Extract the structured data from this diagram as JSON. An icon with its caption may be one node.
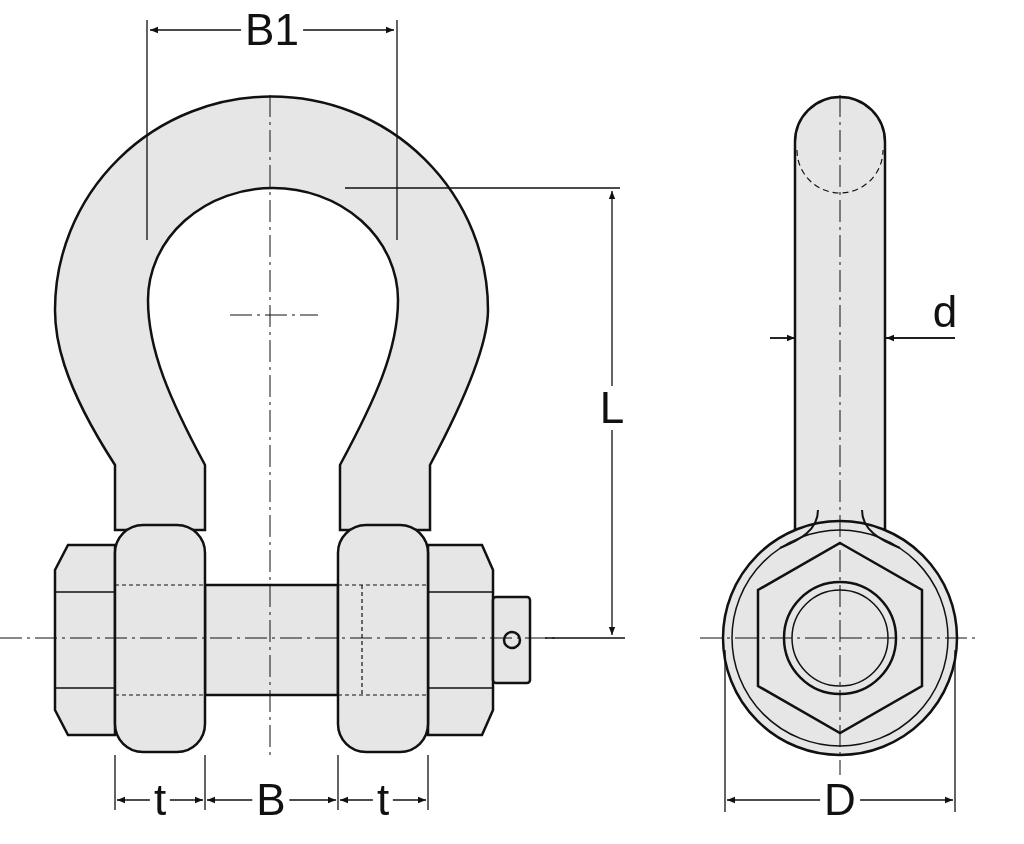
{
  "diagram": {
    "labels": [
      "B1",
      "d",
      "L",
      "t",
      "B",
      "t",
      "D"
    ]
  }
}
